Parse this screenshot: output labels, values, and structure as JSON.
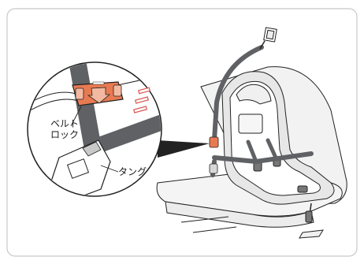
{
  "callout": {
    "belt_lock_line1": "ベルト",
    "belt_lock_line2": "ロック",
    "tongue": "タング"
  },
  "colors": {
    "frame_border": "#c8c8c8",
    "belt": "#5f6164",
    "lock_clip": "#e87a52",
    "lock_arrow": "#f3b9a0",
    "motion_marks": "#d9534f",
    "line": "#222222",
    "seat_fill": "#f4f4f4"
  }
}
